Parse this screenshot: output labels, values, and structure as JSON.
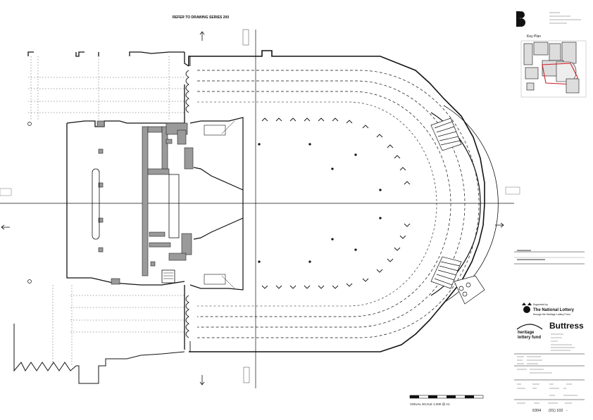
{
  "drawing": {
    "refer_note": "REFER TO DRAWING SERIES 200",
    "visual_scale_label": "VISUAL SCALE 1:200 @ A1"
  },
  "title_block": {
    "key_plan_label": "Key Plan",
    "lottery_supported_by": "Supported by",
    "lottery_name": "The National Lottery",
    "lottery_sub": "through the Heritage Lottery Fund",
    "hlf_line1": "heritage",
    "hlf_line2": "lottery fund",
    "firm_name": "Buttress",
    "job_no_value": "6304",
    "drawing_no_value": "(01) 102",
    "revision_value": "-"
  },
  "colors": {
    "ink": "#111111",
    "grey_fill": "#9a9a9a",
    "red_outline": "#d0212a"
  }
}
